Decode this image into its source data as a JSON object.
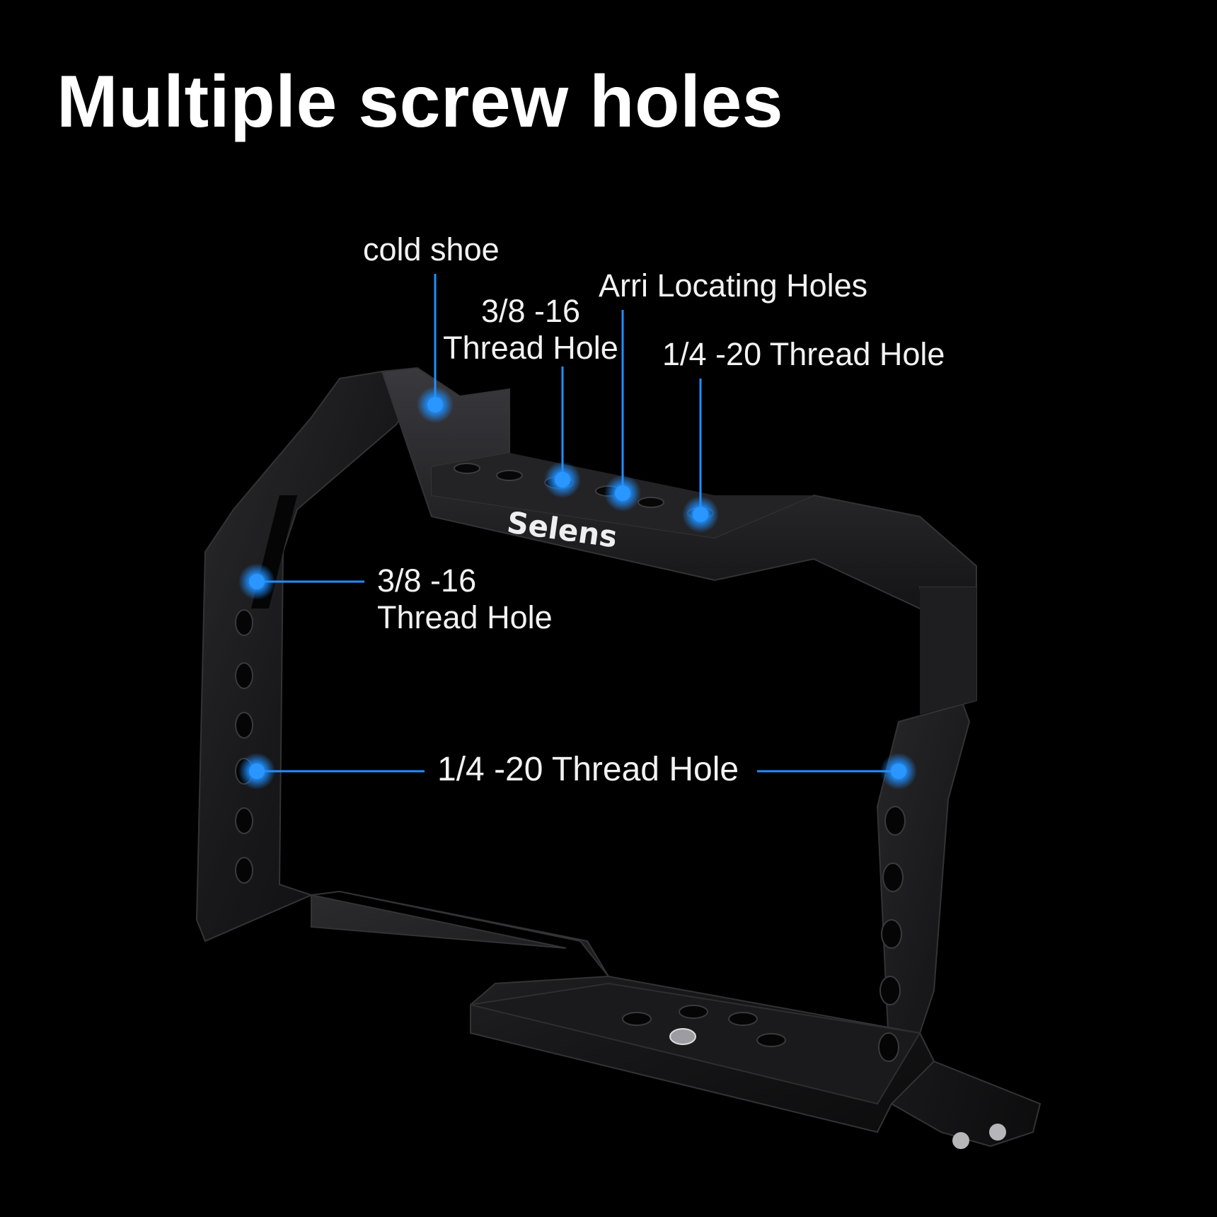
{
  "title": "Multiple screw holes",
  "brand": "Selens",
  "callouts": {
    "cold_shoe": "cold shoe",
    "arri": "Arri Locating Holes",
    "top_38_line1": "3/8 -16",
    "top_38_line2": "Thread Hole",
    "top_14": "1/4 -20 Thread Hole",
    "side_38_line1": "3/8 -16",
    "side_38_line2": "Thread Hole",
    "side_14": "1/4 -20 Thread Hole"
  },
  "colors": {
    "background": "#000000",
    "accent_blue": "#1f8fff",
    "metal": "#1c1c1e",
    "text": "#ffffff"
  }
}
